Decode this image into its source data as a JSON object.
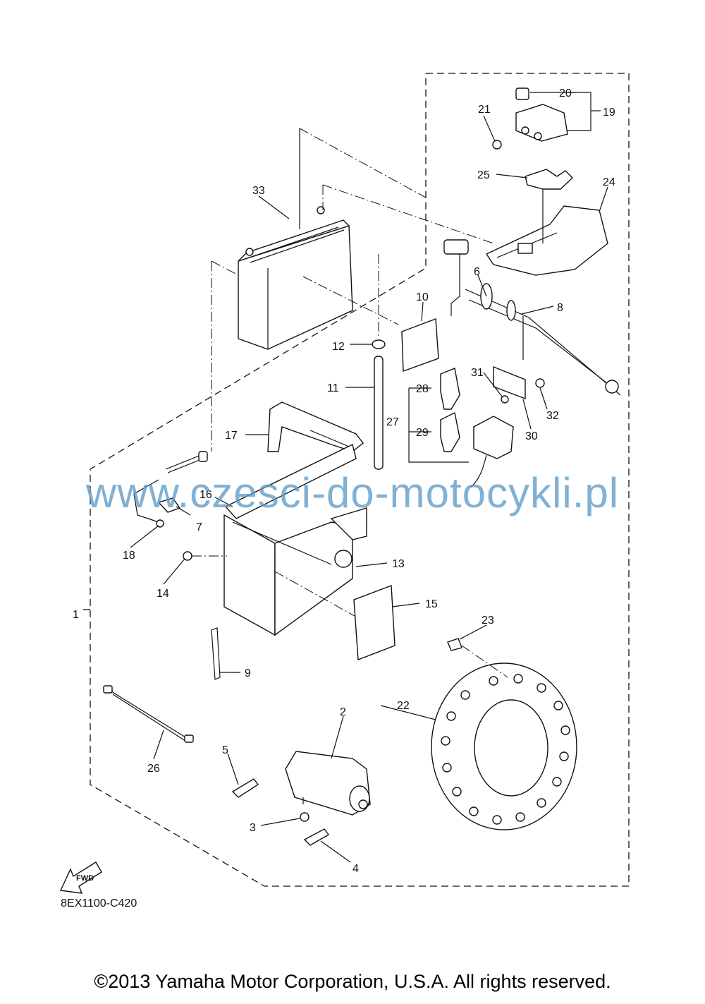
{
  "diagram": {
    "diagram_code": "8EX1100-C420",
    "fwd_label": "FWD",
    "watermark": "www.czesci-do-motocykli.pl",
    "copyright": "©2013 Yamaha Motor Corporation, U.S.A. All rights reserved.",
    "callouts": [
      "1",
      "2",
      "3",
      "4",
      "5",
      "6",
      "7",
      "8",
      "9",
      "10",
      "11",
      "12",
      "13",
      "14",
      "15",
      "16",
      "17",
      "18",
      "19",
      "20",
      "21",
      "22",
      "23",
      "24",
      "25",
      "26",
      "27",
      "28",
      "29",
      "30",
      "31",
      "32",
      "33"
    ]
  }
}
